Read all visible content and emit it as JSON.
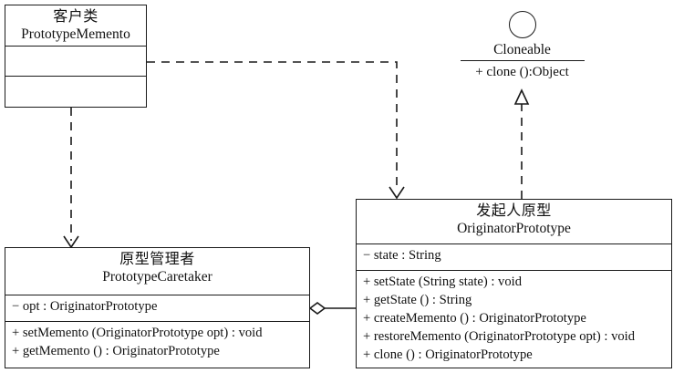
{
  "diagram": {
    "title": "Prototype pattern UML class diagram",
    "type": "uml-class-diagram",
    "stroke_color": "#1a1a1a",
    "background_color": "#ffffff"
  },
  "interface": {
    "icon": "circle-icon",
    "name": "Cloneable",
    "operations": [
      "+ clone ():Object"
    ]
  },
  "classes": {
    "client": {
      "name_cn": "客户类",
      "name_en": "PrototypeMemento",
      "attributes": [],
      "operations": []
    },
    "caretaker": {
      "name_cn": "原型管理者",
      "name_en": "PrototypeCaretaker",
      "attributes": [
        "− opt : OriginatorPrototype"
      ],
      "operations": [
        "+ setMemento (OriginatorPrototype opt) : void",
        "+ getMemento () : OriginatorPrototype"
      ]
    },
    "originator": {
      "name_cn": "发起人原型",
      "name_en": "OriginatorPrototype",
      "attributes": [
        "− state : String"
      ],
      "operations": [
        "+ setState (String state) : void",
        "+ getState () : String",
        "+ createMemento () : OriginatorPrototype",
        "+ restoreMemento (OriginatorPrototype opt) : void",
        "+ clone () : OriginatorPrototype"
      ]
    }
  },
  "relations": [
    {
      "id": "client-to-originator",
      "kind": "dependency",
      "style": "dashed-open-arrow",
      "from": "client",
      "to": "originator"
    },
    {
      "id": "client-to-caretaker",
      "kind": "dependency",
      "style": "dashed-open-arrow",
      "from": "client",
      "to": "caretaker"
    },
    {
      "id": "originator-to-cloneable",
      "kind": "realization",
      "style": "dashed-hollow-triangle",
      "from": "originator",
      "to": "interface"
    },
    {
      "id": "caretaker-aggregates-originator",
      "kind": "aggregation",
      "style": "solid-hollow-diamond",
      "from": "caretaker",
      "to": "originator"
    }
  ]
}
